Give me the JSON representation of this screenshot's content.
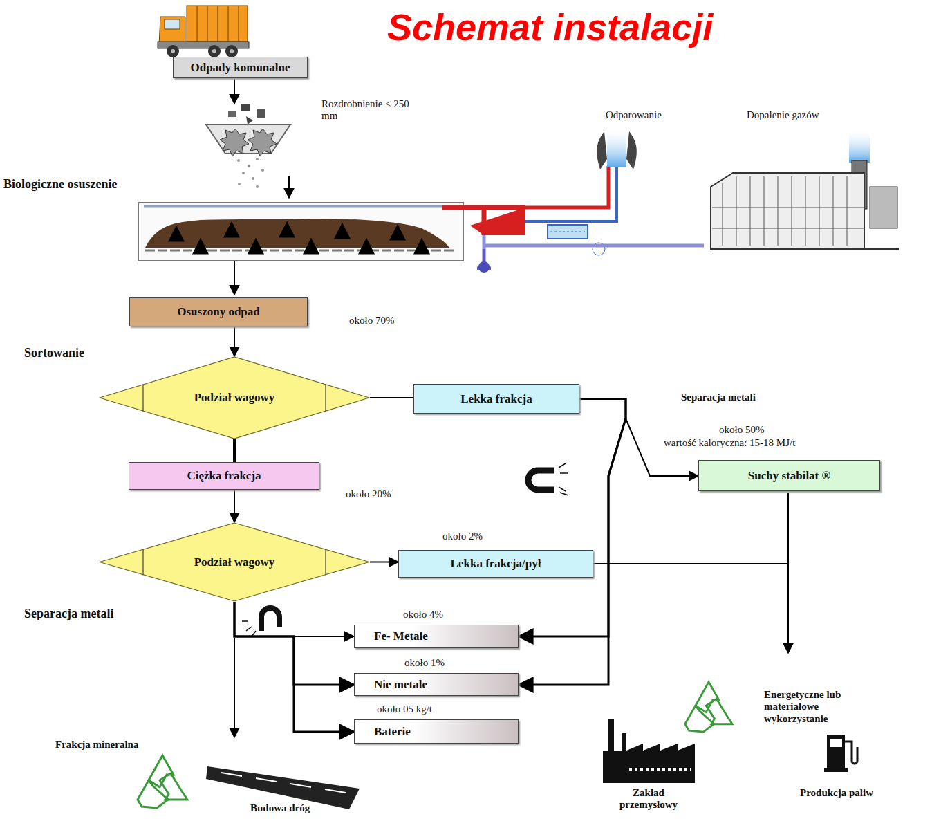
{
  "diagram": {
    "title": "Schemat instalacji",
    "nodes": [
      {
        "text": [
          "Odpady komunalne"
        ]
      },
      {
        "text": [
          "Osuszony odpad"
        ]
      },
      {
        "text": [
          "Podział wagowy"
        ]
      },
      {
        "text": [
          "Lekka frakcja"
        ]
      },
      {
        "text": [
          "Suchy stabilat ®"
        ]
      },
      {
        "text": [
          "Ciężka frakcja"
        ]
      },
      {
        "text": [
          "Podział wagowy"
        ]
      },
      {
        "text": [
          "Lekka frakcja/pył"
        ]
      },
      {
        "text": [
          "Fe- Metale"
        ]
      },
      {
        "text": [
          "Nie metale"
        ]
      },
      {
        "text": [
          "Baterie"
        ]
      }
    ],
    "edges": [
      {
        "from": 1,
        "to": 2,
        "arrow": "to"
      },
      {
        "from": 2,
        "to": 3,
        "arrow": "none"
      },
      {
        "from": 3,
        "to": 4,
        "arrow": "to"
      },
      {
        "from": 3,
        "to": 8,
        "arrow": "to"
      },
      {
        "from": 3,
        "to": 9,
        "arrow": "to"
      },
      {
        "from": 2,
        "to": 5,
        "arrow": "none"
      },
      {
        "from": 5,
        "to": 6,
        "arrow": "to"
      },
      {
        "from": 6,
        "to": 7,
        "arrow": "to"
      },
      {
        "from": 6,
        "to": 8,
        "arrow": "to"
      },
      {
        "from": 6,
        "to": 9,
        "arrow": "to"
      },
      {
        "from": 6,
        "to": 10,
        "arrow": "to"
      }
    ],
    "labels": [
      "Rozdrobnienie < 250 mm",
      "Odparowanie",
      "Dopalenie gazów",
      "Biologiczne osuszenie",
      "około 70%",
      "Sortowanie",
      "Separacja metali",
      "około 50%",
      "wartość kaloryczna: 15-18 MJ/t",
      "około 20%",
      "około 2%",
      "Separacja metali",
      "około 4%",
      "około 1%",
      "około 05 kg/t",
      "Frakcja mineralna",
      "Energetyczne lub materiałowe wykorzystanie",
      "Zakład przemysłowy",
      "Produkcja paliw",
      "Budowa dróg"
    ]
  }
}
